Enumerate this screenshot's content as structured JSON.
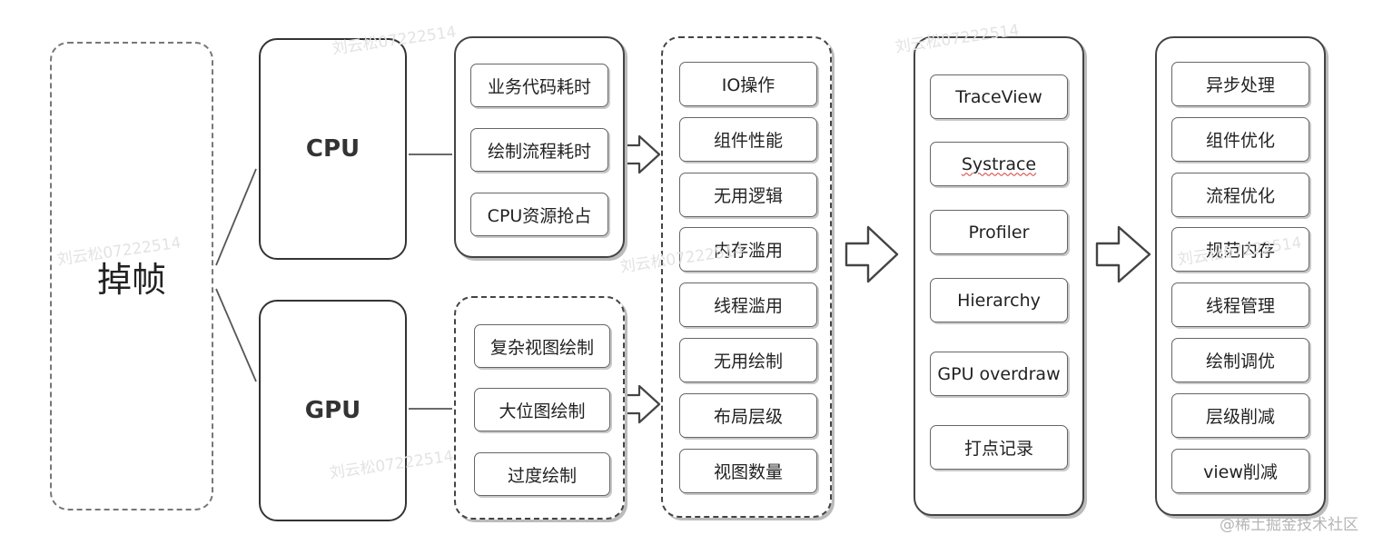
{
  "root": {
    "label": "掉帧"
  },
  "causes": [
    {
      "label": "CPU",
      "items": [
        "业务代码耗时",
        "绘制流程耗时",
        "CPU资源抢占"
      ]
    },
    {
      "label": "GPU",
      "items": [
        "复杂视图绘制",
        "大位图绘制",
        "过度绘制"
      ]
    }
  ],
  "factors": [
    "IO操作",
    "组件性能",
    "无用逻辑",
    "内存滥用",
    "线程滥用",
    "无用绘制",
    "布局层级",
    "视图数量"
  ],
  "tools": [
    "TraceView",
    "Systrace",
    "Profiler",
    "Hierarchy",
    "GPU overdraw",
    "打点记录"
  ],
  "solutions": [
    "异步处理",
    "组件优化",
    "流程优化",
    "规范内存",
    "线程管理",
    "绘制调优",
    "层级削减",
    "view削减"
  ],
  "watermarks": [
    "刘云松07222514",
    "刘云松07222514",
    "刘云松07222514",
    "刘云松07222514",
    "刘云松07222514",
    "刘云松07222514"
  ],
  "credit": "@稀土掘金技术社区",
  "colors": {
    "stroke": "#333333",
    "spellcheck_underline": "#d23a3a",
    "watermark": "#e3e3e3"
  },
  "icons": [
    "arrow-right-icon",
    "arrow-right-icon",
    "arrow-right-icon",
    "arrow-right-icon"
  ]
}
